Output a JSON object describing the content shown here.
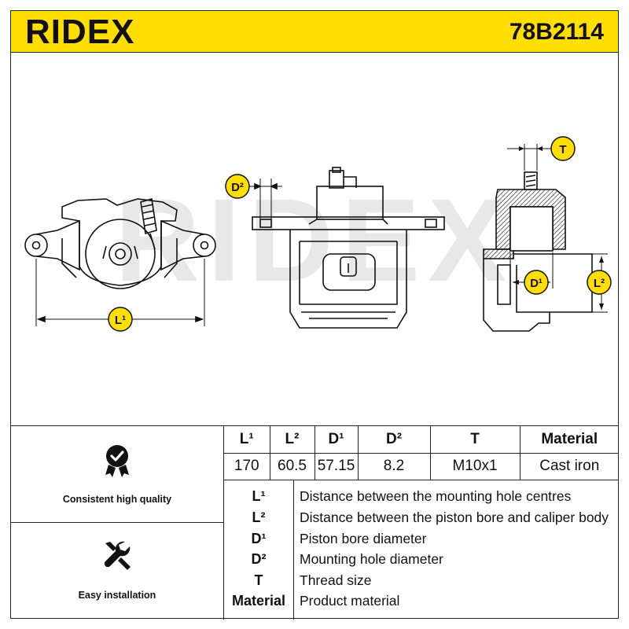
{
  "header": {
    "brand": "RIDEX",
    "part_number": "78B2114"
  },
  "drawing": {
    "watermark": "RIDEX",
    "callouts": {
      "l1": "L¹",
      "l2": "L²",
      "d1": "D¹",
      "d2": "D²",
      "t": "T"
    }
  },
  "features": [
    {
      "icon": "quality-check-icon",
      "label": "Consistent high quality"
    },
    {
      "icon": "wrench-icon",
      "label": "Easy installation"
    }
  ],
  "specs": {
    "headers": [
      "L¹",
      "L²",
      "D¹",
      "D²",
      "T",
      "Material"
    ],
    "values": [
      "170",
      "60.5",
      "57.15",
      "8.2",
      "M10x1",
      "Cast iron"
    ]
  },
  "legend": [
    {
      "key": "L¹",
      "desc": "Distance between the mounting hole centres"
    },
    {
      "key": "L²",
      "desc": "Distance between the piston bore and caliper body"
    },
    {
      "key": "D¹",
      "desc": "Piston bore diameter"
    },
    {
      "key": "D²",
      "desc": "Mounting hole diameter"
    },
    {
      "key": "T",
      "desc": "Thread size"
    },
    {
      "key": "Material",
      "desc": "Product material"
    }
  ],
  "colors": {
    "accent": "#ffde00",
    "ink": "#111111",
    "watermark": "#e6e6e6"
  }
}
